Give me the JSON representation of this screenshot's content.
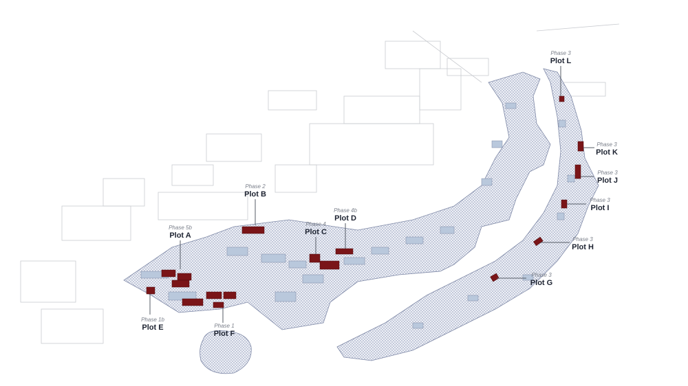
{
  "title": "Phased development plots site diagram",
  "colors": {
    "plot_building": "#7a1518",
    "existing_building": "#b9c8dc",
    "context_outline": "#c9cbd0",
    "site_hatch": "#8e98b4",
    "label_text": "#1c2230",
    "phase_text": "#7a7f8a"
  },
  "plots": [
    {
      "id": "A",
      "phase": "Phase 5b",
      "name": "Plot A"
    },
    {
      "id": "B",
      "phase": "Phase 2",
      "name": "Plot B"
    },
    {
      "id": "C",
      "phase": "Phase 4",
      "name": "Plot C"
    },
    {
      "id": "D",
      "phase": "Phase 4b",
      "name": "Plot D"
    },
    {
      "id": "E",
      "phase": "Phase 1b",
      "name": "Plot E"
    },
    {
      "id": "F",
      "phase": "Phase 1",
      "name": "Plot F"
    },
    {
      "id": "G",
      "phase": "Phase 3",
      "name": "Plot G"
    },
    {
      "id": "H",
      "phase": "Phase 3",
      "name": "Plot H"
    },
    {
      "id": "I",
      "phase": "Phase 3",
      "name": "Plot I"
    },
    {
      "id": "J",
      "phase": "Phase 3",
      "name": "Plot J"
    },
    {
      "id": "K",
      "phase": "Phase 3",
      "name": "Plot K"
    },
    {
      "id": "L",
      "phase": "Phase 3",
      "name": "Plot L"
    }
  ]
}
